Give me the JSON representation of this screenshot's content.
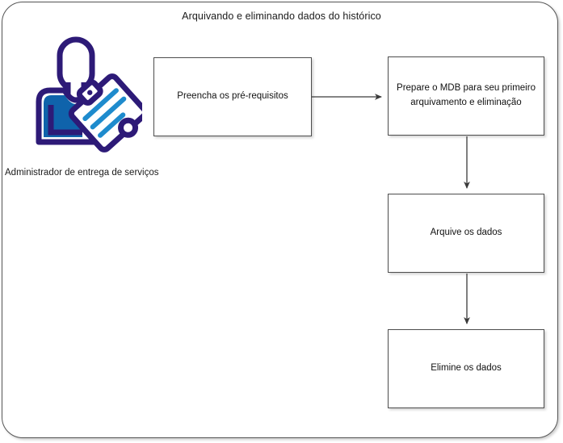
{
  "diagram": {
    "title": "Arquivando e eliminando dados do histórico",
    "actor": {
      "icon": "person-with-clipboard-icon",
      "label": "Administrador de entrega de serviços"
    },
    "colors": {
      "actor_outline": "#2d1a77",
      "actor_fill": "#0f63ab",
      "node_border": "#4d4d4d",
      "node_fill": "#ffffff",
      "connector": "#3a3a3a",
      "frame_border": "#555555",
      "text": "#111111"
    },
    "nodes": [
      {
        "id": "prereq",
        "label": "Preencha os pré-requisitos"
      },
      {
        "id": "prepare",
        "label": "Prepare o MDB para seu primeiro arquivamento e eliminação"
      },
      {
        "id": "archive",
        "label": "Arquive os dados"
      },
      {
        "id": "delete",
        "label": "Elimine os dados"
      }
    ],
    "connectors": [
      {
        "from": "prereq",
        "to": "prepare",
        "direction": "right"
      },
      {
        "from": "prepare",
        "to": "archive",
        "direction": "down"
      },
      {
        "from": "archive",
        "to": "delete",
        "direction": "down"
      }
    ]
  }
}
